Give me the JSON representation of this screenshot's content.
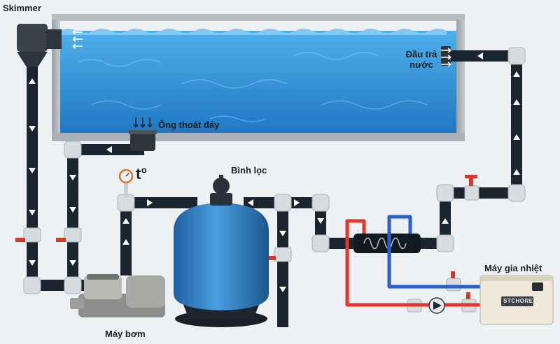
{
  "labels": {
    "skimmer": "Skimmer",
    "return_inlet_line1": "Đầu trả",
    "return_inlet_line2": "nước",
    "main_drain": "Ống thoát đáy",
    "temperature": "t°",
    "filter": "Bình lọc",
    "pump": "Máy bơm",
    "heater": "Máy gia nhiệt",
    "heater_brand": "STCHORE"
  },
  "icons": {
    "flow": "flow-arrow-icon",
    "valve": "valve-icon",
    "gauge": "thermometer-gauge-icon"
  },
  "colors": {
    "water": "#2f8fd6",
    "pipe_dark": "#1a2530",
    "pipe_fitting": "#d7dce1",
    "valve_red": "#d23a2e",
    "filter_tank": "#2f7fc7",
    "hot_line": "#e0392c",
    "cold_line": "#2a5fcf"
  }
}
